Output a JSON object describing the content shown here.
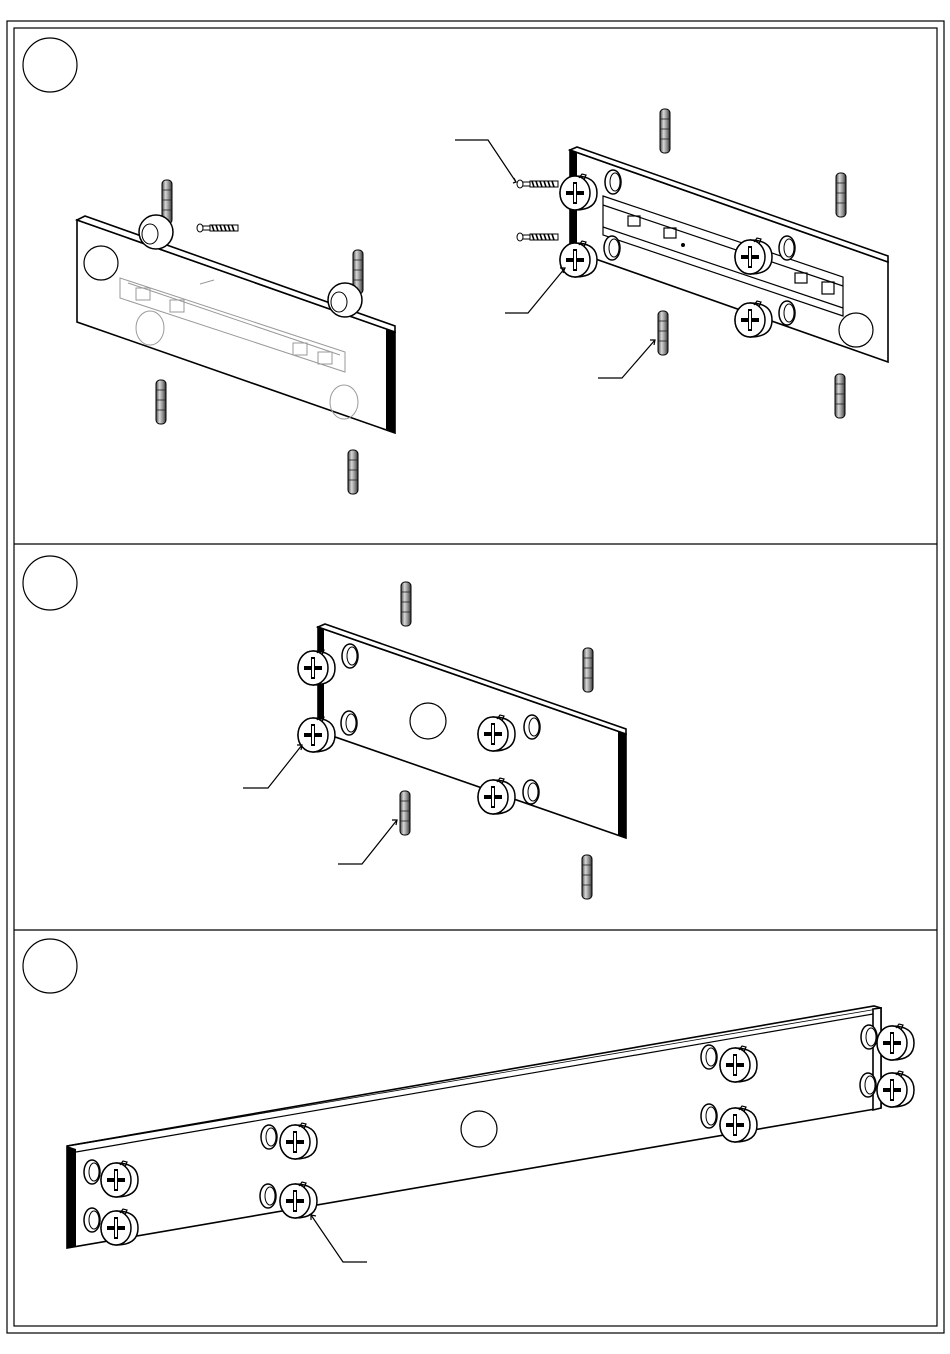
{
  "document": {
    "type": "assembly-instructions",
    "steps": [
      {
        "id": "step-a",
        "number": "",
        "parts": [
          "panel-with-drawer-runner",
          "cam-bolt",
          "cam-lock",
          "wooden-dowel"
        ]
      },
      {
        "id": "step-b",
        "number": "",
        "parts": [
          "panel",
          "cam-lock",
          "wooden-dowel"
        ]
      },
      {
        "id": "step-c",
        "number": "",
        "parts": [
          "long-panel",
          "cam-lock"
        ]
      }
    ]
  },
  "colors": {
    "line": "#000000",
    "paper": "#ffffff",
    "ghost": "#9a9a9a"
  },
  "icons": {
    "step_badge": "circle-outline",
    "cam_lock": "cam-lock-icon",
    "dowel": "dowel-icon",
    "bolt": "cam-bolt-icon"
  }
}
